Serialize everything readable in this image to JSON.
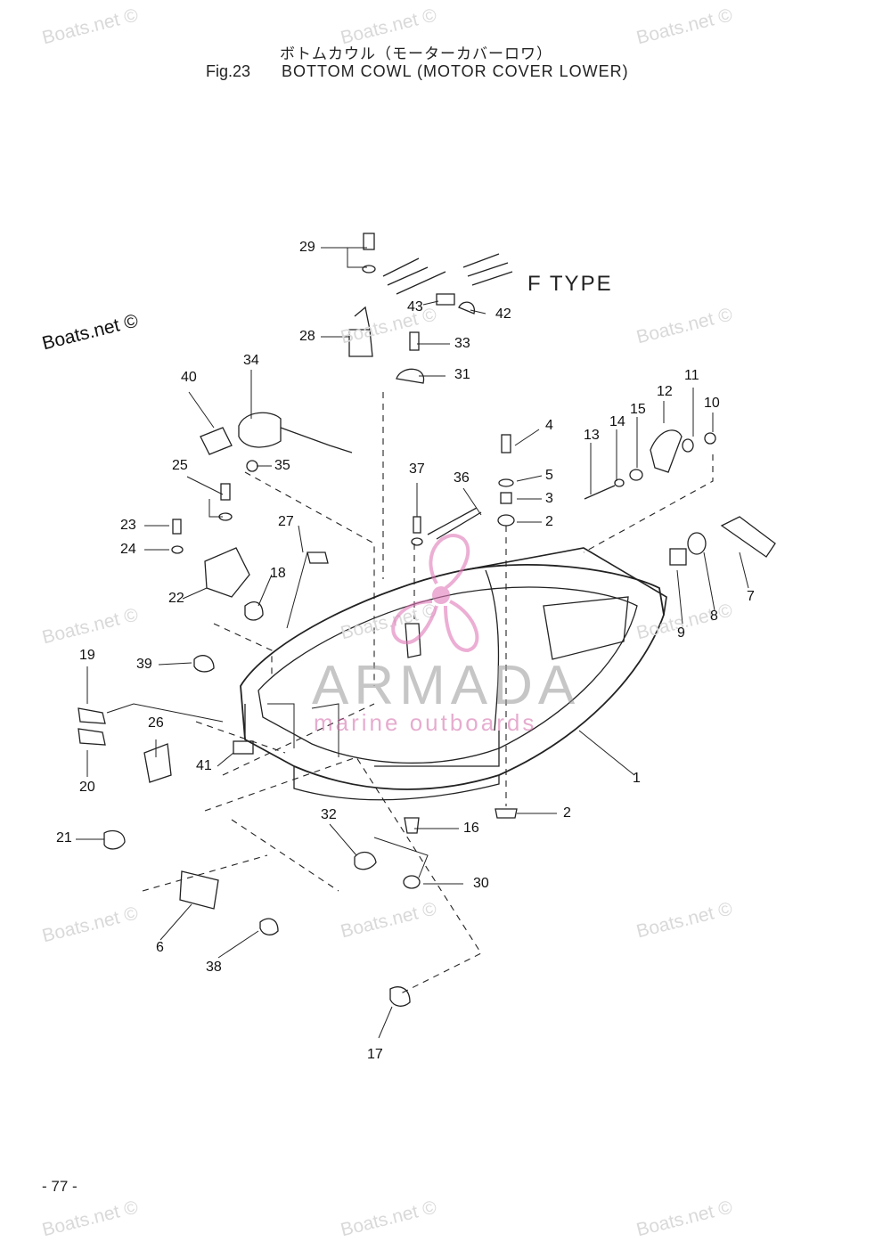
{
  "header": {
    "japanese_title": "ボトムカウル（モーターカバーロワ）",
    "figure_number": "Fig.23",
    "english_title": "BOTTOM COWL (MOTOR COVER LOWER)"
  },
  "variant_label": "F TYPE",
  "page_number": "- 77 -",
  "watermarks": {
    "text": "Boats.net ©",
    "brand_main": "ARMADA",
    "brand_sub": "marine outboards",
    "brand_color": "#e07ab8"
  },
  "callouts": [
    "1",
    "2",
    "2",
    "3",
    "4",
    "5",
    "6",
    "7",
    "8",
    "9",
    "10",
    "11",
    "12",
    "13",
    "14",
    "15",
    "16",
    "17",
    "18",
    "19",
    "20",
    "21",
    "22",
    "23",
    "24",
    "25",
    "26",
    "27",
    "28",
    "29",
    "30",
    "31",
    "32",
    "33",
    "34",
    "35",
    "36",
    "37",
    "38",
    "39",
    "40",
    "41",
    "42",
    "43"
  ]
}
